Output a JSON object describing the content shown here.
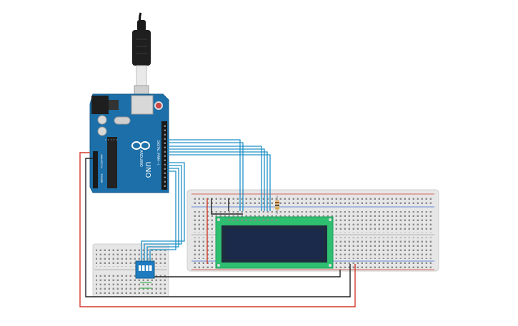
{
  "board": {
    "model_label": "UNO",
    "brand_label": "ARDUINO",
    "digital_label": "DIGITAL (PWM ~)",
    "power_label": "POWER",
    "analog_label": "ANALOG IN",
    "icon": "arduino-infinity-logo"
  },
  "lcd": {
    "module_color": "#2fbf71",
    "screen_color": "#1b2a4a"
  },
  "wires": {
    "signal_color": "#1e90c8",
    "power_color": "#d33a2c",
    "ground_color": "#222222"
  }
}
